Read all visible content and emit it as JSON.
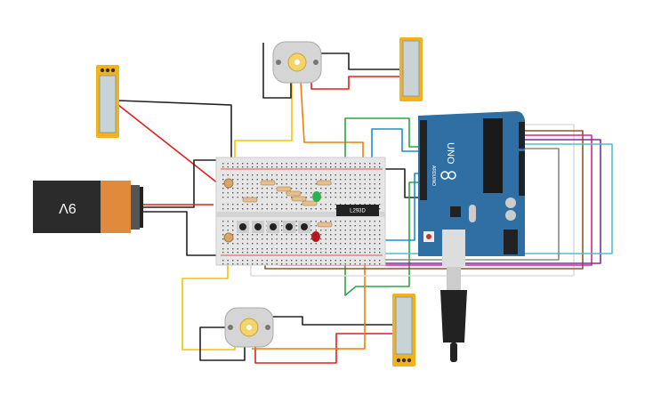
{
  "battery": {
    "label": "9V"
  },
  "driver_chip": {
    "label": "L293D"
  },
  "arduino": {
    "model": "UNO",
    "brand": "ARDUINO"
  },
  "colors": {
    "breadboard": "#e6e6e6",
    "arduino_board": "#2f6fa3",
    "module_frame": "#f2b21b",
    "battery_orange": "#e08a3c",
    "wire_red": "#e0201f",
    "wire_black": "#222222"
  }
}
